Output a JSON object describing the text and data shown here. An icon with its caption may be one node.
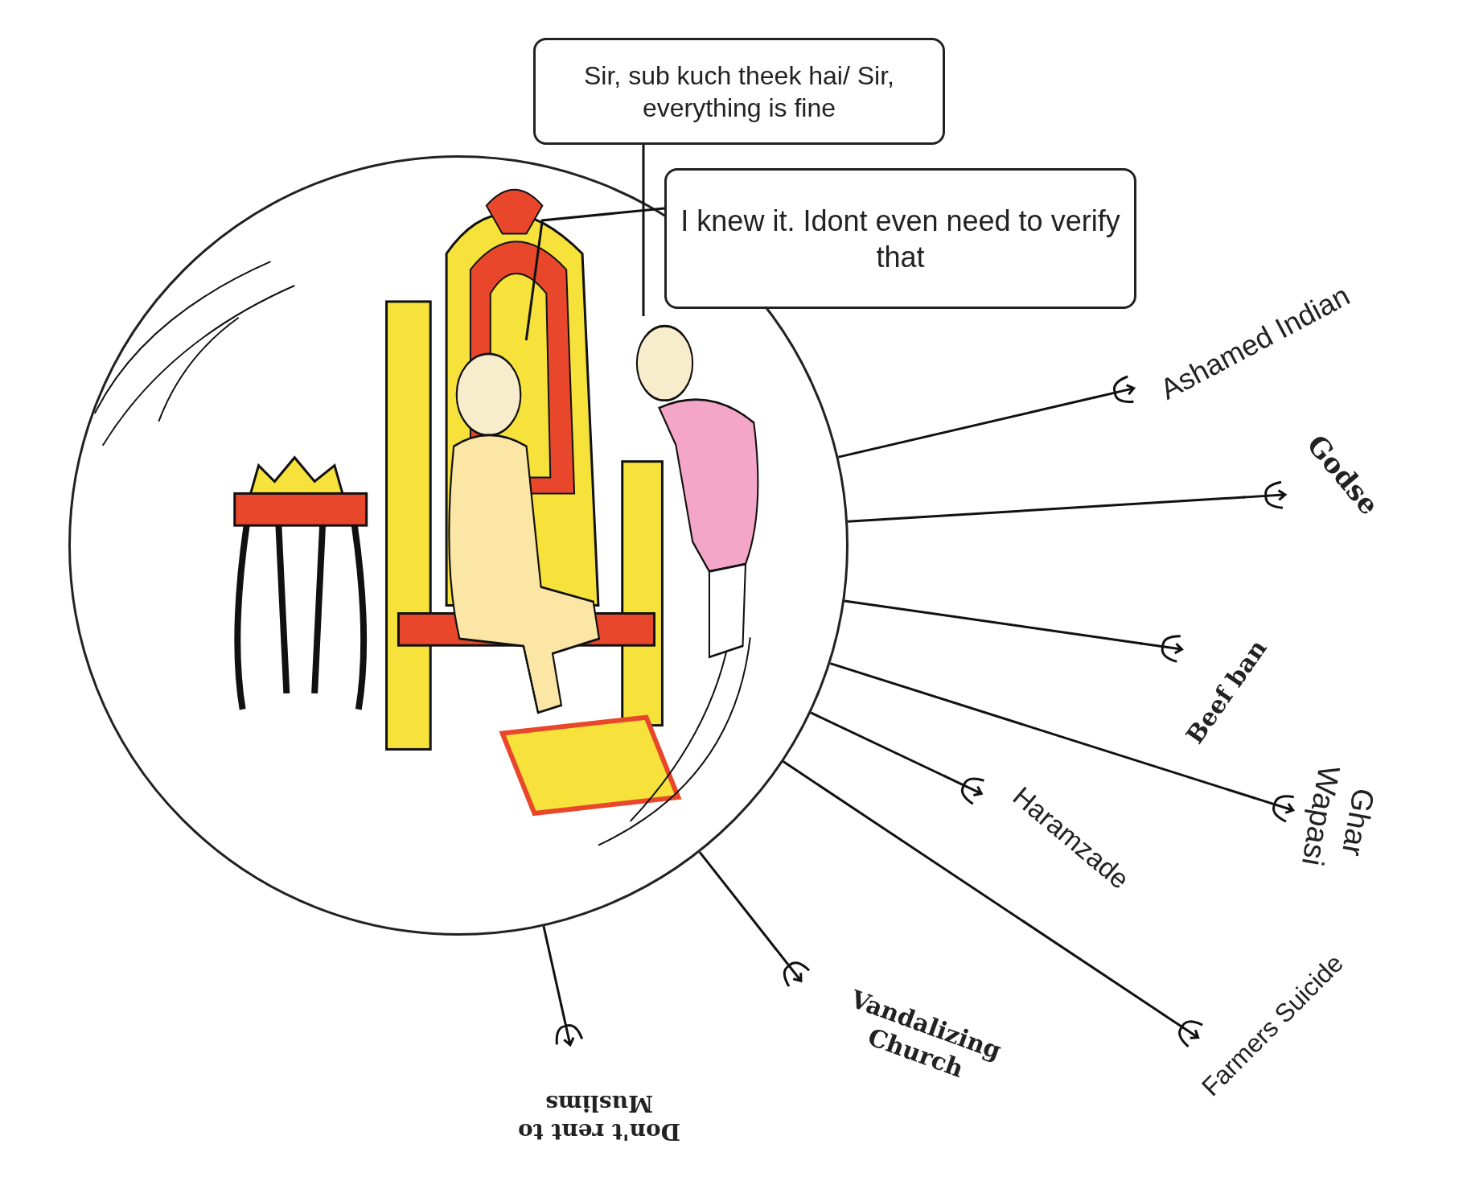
{
  "diagram": {
    "nodes": [
      {
        "text": [],
        "shape": "circle"
      },
      {
        "text": [
          "Sir, sub kuch theek hai/ Sir, everything is fine"
        ]
      },
      {
        "text": [
          "I knew it. Idont even need to verify that"
        ]
      },
      {
        "text": [],
        "shape": "person",
        "in": 0
      },
      {
        "text": [],
        "shape": "person",
        "in": 0
      },
      {
        "text": [
          "Ashamed Indian"
        ]
      },
      {
        "text": [
          "Godse"
        ]
      },
      {
        "text": [
          "Beef ban"
        ]
      },
      {
        "text": [
          "Haramzade"
        ]
      },
      {
        "text": [
          "Ghar Wapasi"
        ]
      },
      {
        "text": [
          "Farmers Suicide"
        ]
      },
      {
        "text": [
          "Vandalizing Church"
        ]
      },
      {
        "text": [
          "Don't rent to Muslims"
        ]
      }
    ],
    "edges": [
      {
        "from": 1,
        "to": 4,
        "arrow": "none"
      },
      {
        "from": 2,
        "to": 3,
        "arrow": "none"
      },
      {
        "from": 5,
        "to": 0,
        "arrow": "other"
      },
      {
        "from": 6,
        "to": 0,
        "arrow": "other"
      },
      {
        "from": 7,
        "to": 0,
        "arrow": "other"
      },
      {
        "from": 8,
        "to": 0,
        "arrow": "other"
      },
      {
        "from": 9,
        "to": 0,
        "arrow": "other"
      },
      {
        "from": 10,
        "to": 0,
        "arrow": "other"
      },
      {
        "from": 11,
        "to": 0,
        "arrow": "other"
      },
      {
        "from": 12,
        "to": 0,
        "arrow": "other"
      }
    ]
  }
}
